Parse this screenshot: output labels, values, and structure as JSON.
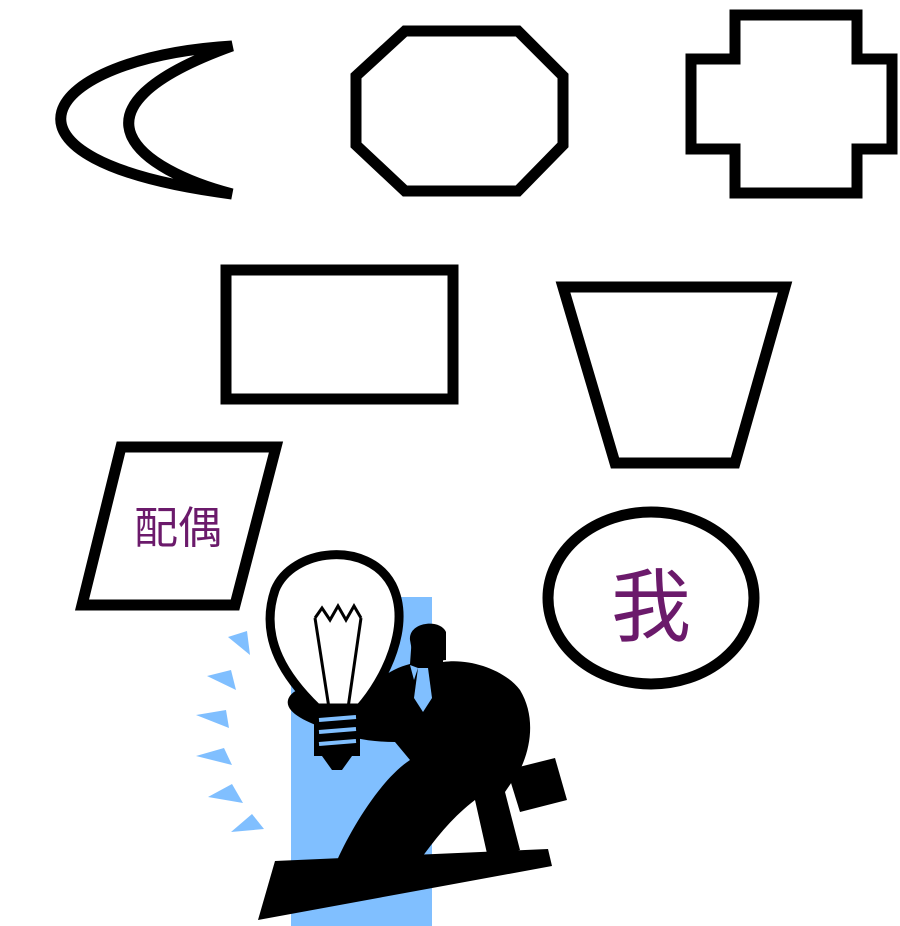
{
  "labels": {
    "spouse": "配偶",
    "me": "我"
  },
  "colors": {
    "outline": "#000000",
    "fill": "#ffffff",
    "label": "#6b1a6b",
    "accent_blue": "#80bfff"
  },
  "icons": [
    "moon-shape",
    "octagon-shape",
    "cross-shape",
    "rectangle-shape",
    "trapezoid-shape",
    "parallelogram-shape",
    "ellipse-shape",
    "businessman-lightbulb-clipart"
  ]
}
